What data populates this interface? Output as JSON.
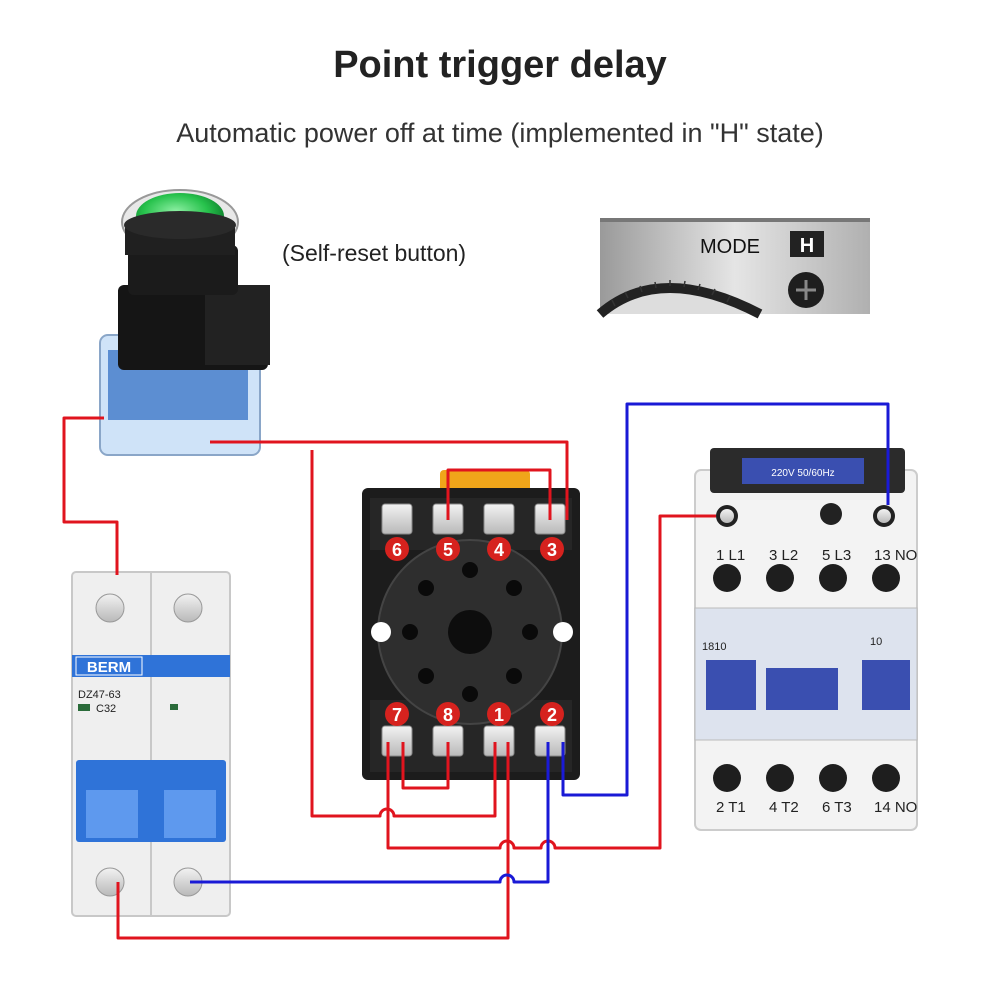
{
  "header": {
    "title": "Point trigger delay",
    "subtitle": "Automatic power off at time (implemented in \"H\" state)"
  },
  "button": {
    "note": "(Self-reset button)"
  },
  "mode_panel": {
    "mode_label": "MODE",
    "mode_value": "H"
  },
  "relay_base": {
    "top_terminals": [
      "6",
      "5",
      "4",
      "3"
    ],
    "bottom_terminals": [
      "7",
      "8",
      "1",
      "2"
    ]
  },
  "breaker": {
    "brand": "BERM",
    "model": "DZ47-63",
    "rating": "C32"
  },
  "contactor": {
    "coil_rating": "220V 50/60Hz",
    "model": "1810",
    "aux": "10",
    "top_terminals": [
      "1 L1",
      "3 L2",
      "5 L3",
      "13 NO"
    ],
    "bottom_terminals": [
      "2 T1",
      "4 T2",
      "6 T3",
      "14 NO"
    ]
  },
  "colors": {
    "live_wire": "#e0141e",
    "neutral_wire": "#1a1ad6",
    "button_green": "#27c24c",
    "terminal_badge": "#d6221e",
    "breaker_blue": "#2f73d8",
    "contactor_blue": "#3a4fb0"
  }
}
